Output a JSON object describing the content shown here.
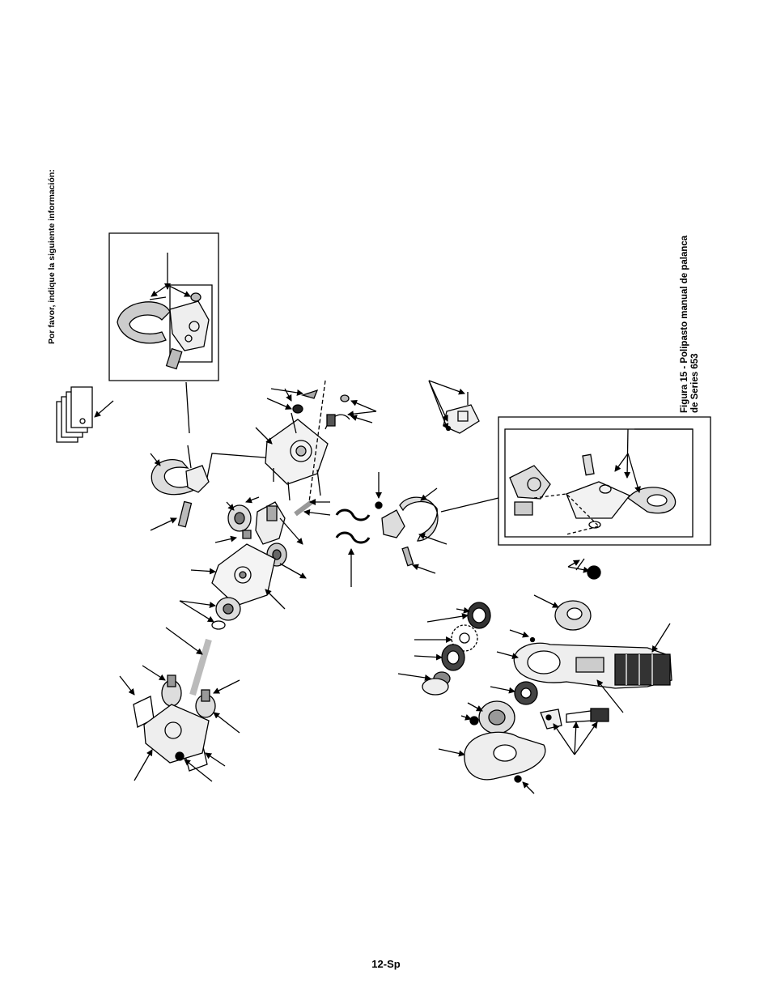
{
  "page": {
    "instruction": "Por favor, indique la siguiente información:",
    "figure_caption_line1": "Figura 15 - Polipasto manual de palanca",
    "figure_caption_line2": "de Series 653",
    "page_number": "12-Sp"
  },
  "colors": {
    "ink": "#000000",
    "paper": "#ffffff",
    "shade": "#d0d0d0"
  }
}
